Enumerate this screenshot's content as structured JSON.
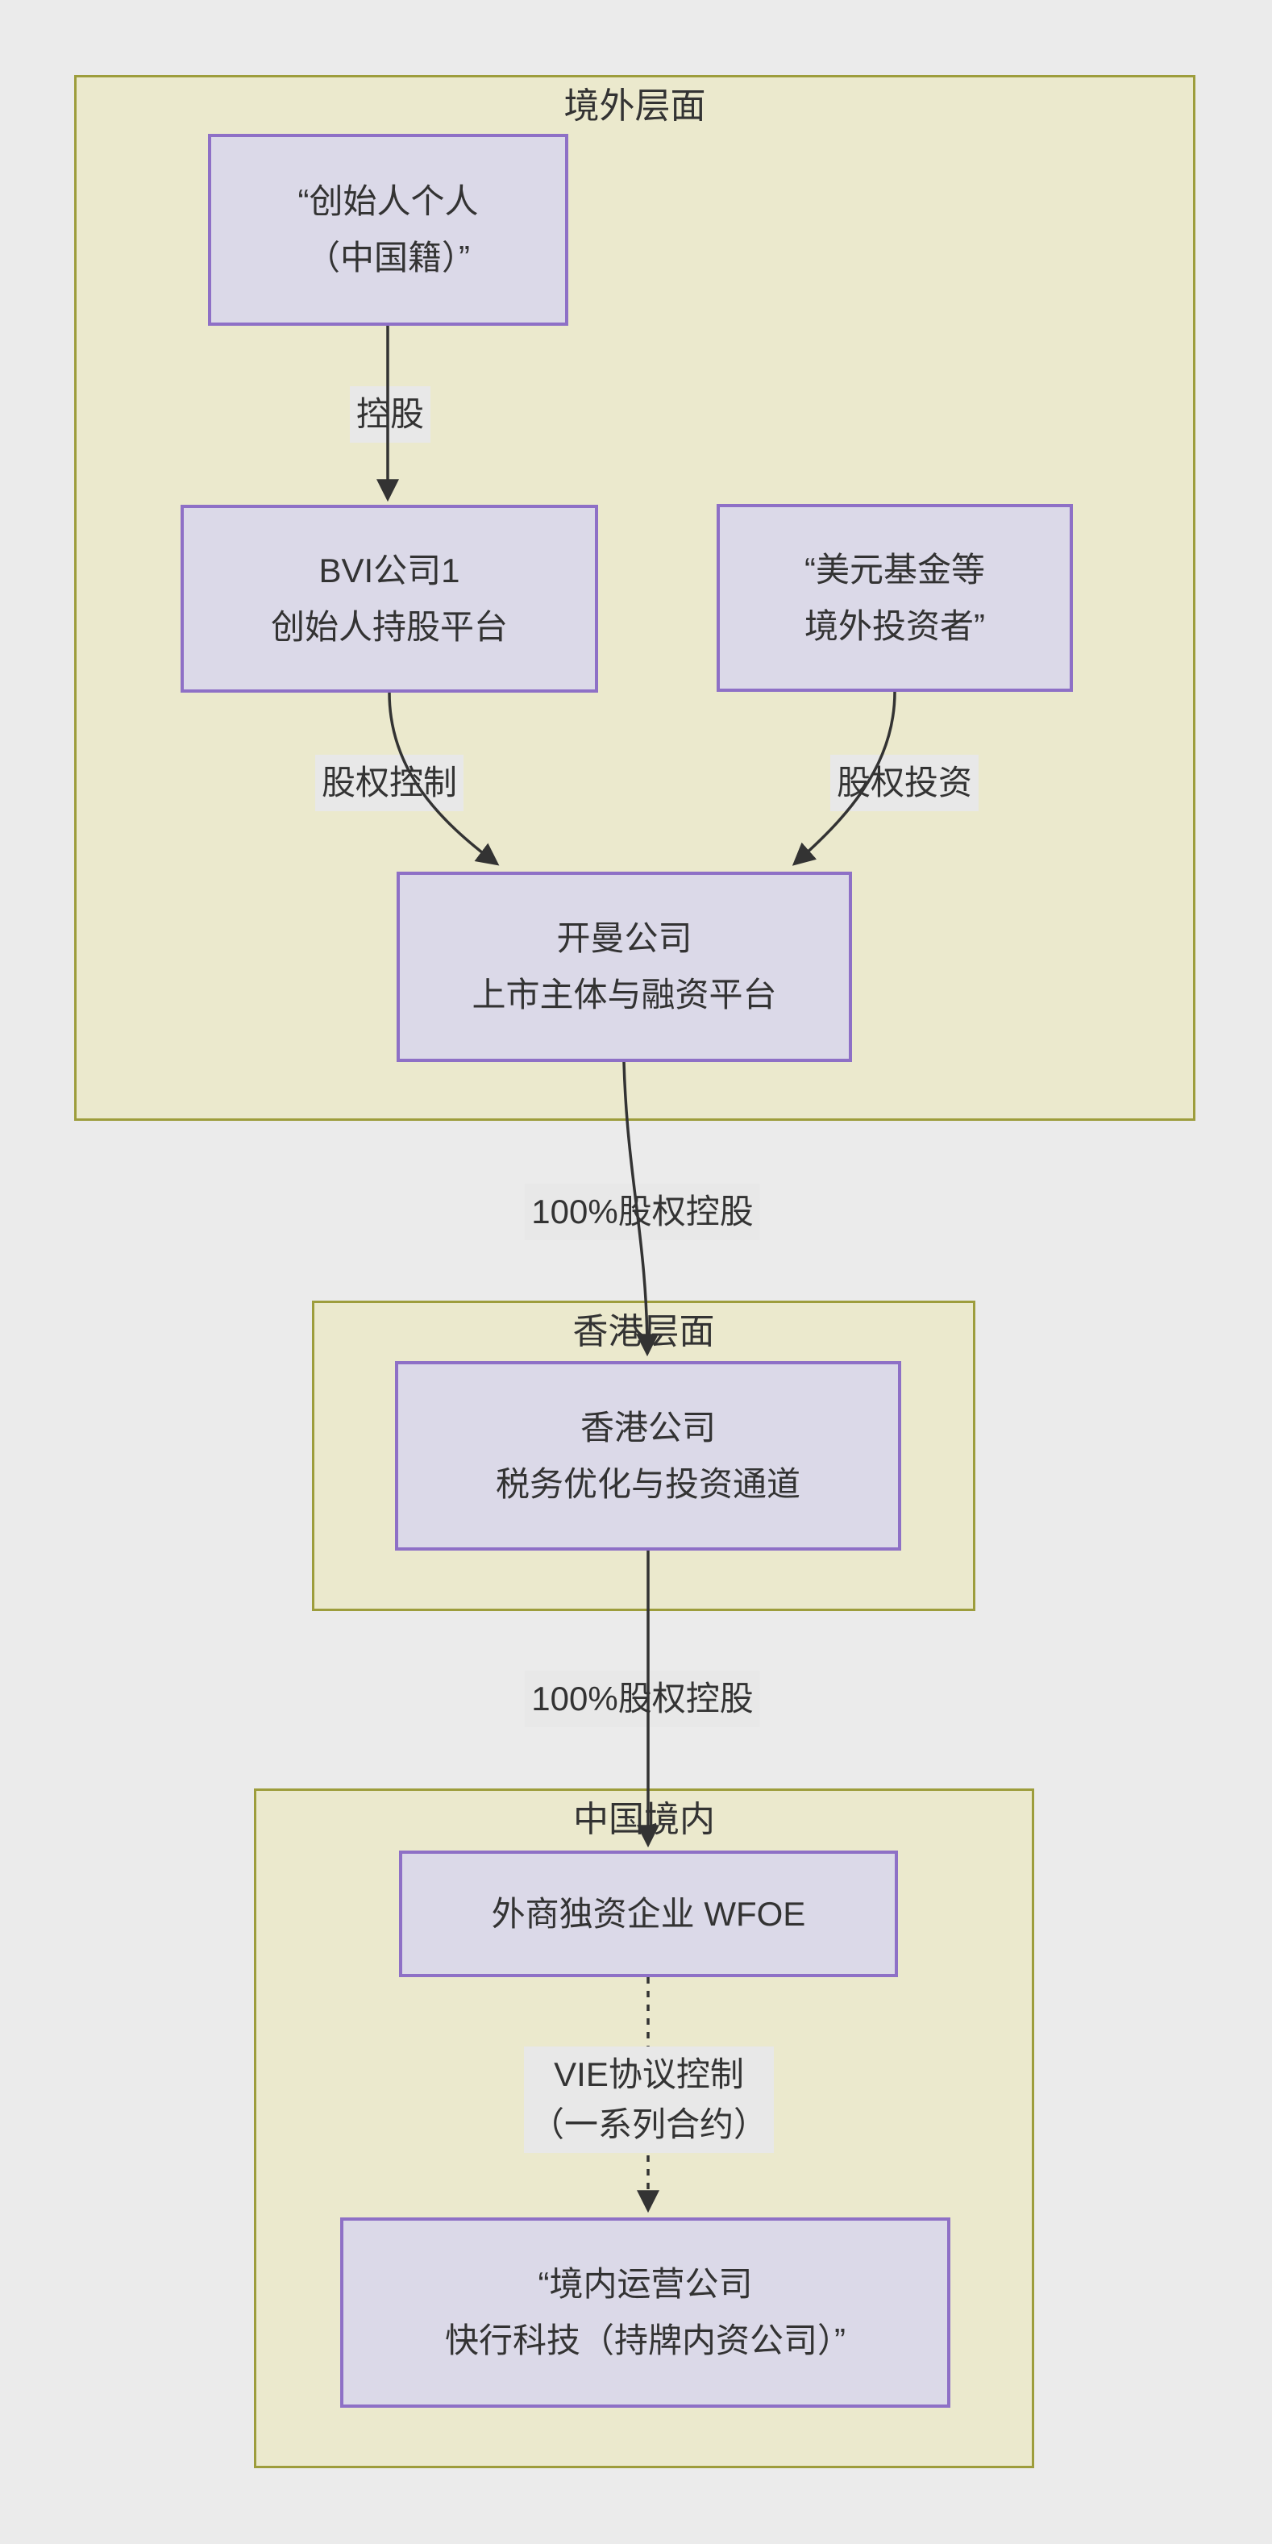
{
  "diagram": {
    "type": "flowchart",
    "direction": "top-down",
    "containers": [
      {
        "id": "overseas",
        "title": "境外层面"
      },
      {
        "id": "hongkong",
        "title": "香港层面"
      },
      {
        "id": "domestic",
        "title": "中国境内"
      }
    ],
    "nodes": [
      {
        "id": "founder",
        "container": "overseas",
        "lines": [
          "“创始人个人",
          "（中国籍）”"
        ]
      },
      {
        "id": "bvi",
        "container": "overseas",
        "lines": [
          "BVI公司1",
          "创始人持股平台"
        ]
      },
      {
        "id": "usd-investors",
        "container": "overseas",
        "lines": [
          "“美元基金等",
          "境外投资者”"
        ]
      },
      {
        "id": "cayman",
        "container": "overseas",
        "lines": [
          "开曼公司",
          "上市主体与融资平台"
        ]
      },
      {
        "id": "hk-company",
        "container": "hongkong",
        "lines": [
          "香港公司",
          "税务优化与投资通道"
        ]
      },
      {
        "id": "wfoe",
        "container": "domestic",
        "lines": [
          "外商独资企业 WFOE"
        ]
      },
      {
        "id": "opco",
        "container": "domestic",
        "lines": [
          "“境内运营公司",
          "快行科技（持牌内资公司）”"
        ]
      }
    ],
    "edges": [
      {
        "from": "founder",
        "to": "bvi",
        "style": "solid",
        "label_lines": [
          "控股"
        ]
      },
      {
        "from": "bvi",
        "to": "cayman",
        "style": "solid",
        "label_lines": [
          "股权控制"
        ]
      },
      {
        "from": "usd-investors",
        "to": "cayman",
        "style": "solid",
        "label_lines": [
          "股权投资"
        ]
      },
      {
        "from": "cayman",
        "to": "hk-company",
        "style": "solid",
        "label_lines": [
          "100%股权控股"
        ]
      },
      {
        "from": "hk-company",
        "to": "wfoe",
        "style": "solid",
        "label_lines": [
          "100%股权控股"
        ]
      },
      {
        "from": "wfoe",
        "to": "opco",
        "style": "dashed",
        "label_lines": [
          "VIE协议控制",
          "（一系列合约）"
        ]
      }
    ],
    "colors": {
      "page_bg": "#ebebeb",
      "container_fill": "#ebe9cd",
      "container_border": "#9d9d3c",
      "node_fill": "#dbd9e8",
      "node_border": "#8e70c6",
      "text": "#333333",
      "edge": "#333333",
      "edge_label_bg": "#e8e8e8"
    }
  }
}
